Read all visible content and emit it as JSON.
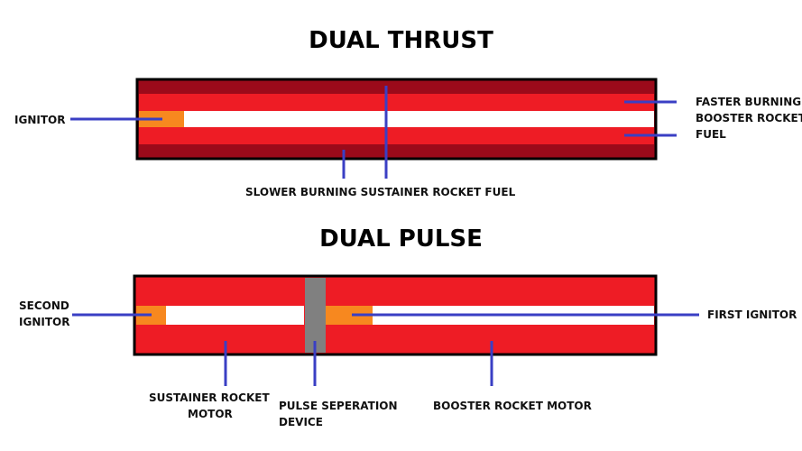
{
  "top_diagram": {
    "title": "DUAL THRUST",
    "labels": {
      "ignitor": "IGNITOR",
      "faster_line1": "FASTER BURNING",
      "faster_line2": "BOOSTER ROCKET",
      "faster_line3": "FUEL",
      "slower": "SLOWER BURNING SUSTAINER ROCKET FUEL"
    }
  },
  "bottom_diagram": {
    "title": "DUAL PULSE",
    "labels": {
      "second_ignitor_line1": "SECOND",
      "second_ignitor_line2": "IGNITOR",
      "first_ignitor": "FIRST IGNITOR",
      "sustainer_line1": "SUSTAINER ROCKET",
      "sustainer_line2": "MOTOR",
      "pulse_line1": "PULSE SEPERATION",
      "pulse_line2": "DEVICE",
      "booster": "BOOSTER ROCKET MOTOR"
    }
  },
  "colors": {
    "dark_red": "#9b0a1a",
    "red": "#ee1c25",
    "orange": "#f7881f",
    "gray": "#808080",
    "leader_line": "#3a3fc4",
    "outline": "#000000"
  }
}
